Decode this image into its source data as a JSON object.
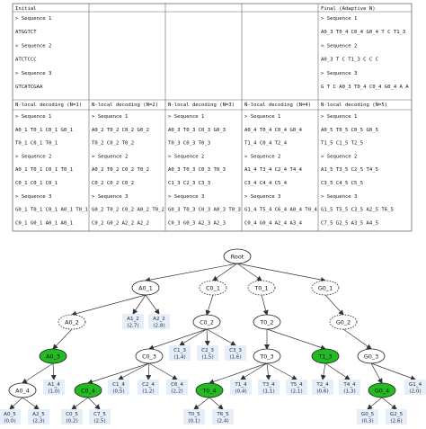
{
  "table": {
    "header1": [
      "Initial",
      "",
      "",
      "",
      "Final (Adaptive N)"
    ],
    "initial_lines": [
      "> Sequence 1",
      "ATGGTCT",
      "> Sequence 2",
      "ATCTCCC",
      "> Sequence 3",
      "GTCATCGAA"
    ],
    "final_lines": [
      "> Sequence 1",
      "A0_3 T0_4 C0_4 G0_4 T C T1_3",
      "> Sequence 2",
      "A0_3 T C T1_3 C C C",
      "> Sequence 3",
      "G T C A0_3 T0_4 C0_4 G0_4 A A"
    ],
    "header2": [
      "N-local decoding (N=1)",
      "N-local decoding (N=2)",
      "N-local decoding (N=3)",
      "N-local decoding (N=4)",
      "N-local decoding (N=5)"
    ],
    "decoding": [
      [
        "> Sequence 1",
        "A0_1 T0_1 C0_1 G0_1",
        "T0_1 C0_1 T0_1",
        "> Sequence 2",
        "A0_1 T0_1 C0_1 T0_1",
        "C0_1 C0_1 C0_1",
        "> Sequence 3",
        "G0_1 T0_1 C0_1 A0_1 T0_1",
        "C0_1 G0_1 A0_1 A0_1"
      ],
      [
        "> Sequence 1",
        "A0_2 T0_2 C0_2 G0_2",
        "T0_2 C0_2 T0_2",
        "> Sequence 2",
        "A0_2 T0_2 C0_2 T0_2",
        "C0_2 C0_2 C0_2",
        "> Sequence 3",
        "G0_2 T0_2 C0_2 A0_2 T0_2",
        "C0_2 G0_2 A2_2 A2_2"
      ],
      [
        "> Sequence 1",
        "A0_3 T0_3 C0_3 G0_3",
        "T0_3 C0_3 T0_3",
        "> Sequence 2",
        "A0_3 T0_3 C0_3 T0_3",
        "C1_3 C2_3 C3_3",
        "> Sequence 3",
        "G0_3 T0_3 C0_3 A0_3 T0_3",
        "C0_3 G0_3 A2_3 A2_3"
      ],
      [
        "> Sequence 1",
        "A0_4 T0_4 C0_4 G0_4",
        "T1_4 C0_4 T2_4",
        "> Sequence 2",
        "A1_4 T3_4 C2_4 T4_4",
        "C3_4 C4_4 C5_4",
        "> Sequence 3",
        "G1_4 T5_4 C6_4 A0_4 T0_4",
        "C0_4 G0_4 A2_4 A3_4"
      ],
      [
        "> Sequence 1",
        "A0_5 T0_5 C0_5 G0_5",
        "T1_5 C1_5 T2_5",
        "> Sequence 2",
        "A1_5 T3_5 C2_5 T4_5",
        "C3_5 C4_5 C5_5",
        "> Sequence 3",
        "G1_5 T5_5 C3_5 A2_5 T6_5",
        "C7_5 G2_5 A3_5 A4_5"
      ]
    ]
  },
  "tree": {
    "root": "Root",
    "nodes": {
      "A0_1": "A0_1",
      "C0_1": "C0_1",
      "T0_1": "T0_1",
      "G0_1": "G0_1",
      "A0_2": "A0_2",
      "C0_2": "C0_2",
      "T0_2": "T0_2",
      "G0_2": "G0_2",
      "A0_3": "A0_3",
      "C0_3": "C0_3",
      "T0_3": "T0_3",
      "T1_3": "T1_3",
      "G0_3": "G0_3",
      "A0_4": "A0_4",
      "C0_4": "C0_4",
      "T0_4": "T0_4",
      "G0_4": "G0_4"
    },
    "leaves": {
      "A1_2": [
        "A1_2",
        "(2,7)"
      ],
      "A2_2": [
        "A2_2",
        "(2,8)"
      ],
      "C1_3": [
        "C1_3",
        "(1,4)"
      ],
      "C2_3": [
        "C2_3",
        "(1,5)"
      ],
      "C3_3": [
        "C3_3",
        "(1,6)"
      ],
      "A1_4": [
        "A1_4",
        "(1,0)"
      ],
      "C1_4": [
        "C1_4",
        "(0,5)"
      ],
      "C2_4": [
        "C2_4",
        "(1,2)"
      ],
      "C6_4": [
        "C6_4",
        "(2,2)"
      ],
      "T1_4": [
        "T1_4",
        "(0,4)"
      ],
      "T3_4": [
        "T3_4",
        "(1,1)"
      ],
      "T5_4": [
        "T5_4",
        "(2,1)"
      ],
      "T2_4": [
        "T2_4",
        "(0,6)"
      ],
      "T4_4": [
        "T4_4",
        "(1,3)"
      ],
      "G1_4": [
        "G1_4",
        "(2,0)"
      ],
      "A0_5": [
        "A0_5",
        "(0,0)"
      ],
      "A2_5": [
        "A2_5",
        "(2,3)"
      ],
      "C0_5": [
        "C0_5",
        "(0,2)"
      ],
      "C7_5": [
        "C7_5",
        "(2,5)"
      ],
      "T0_5": [
        "T0_5",
        "(0,1)"
      ],
      "T6_5": [
        "T6_5",
        "(2,4)"
      ],
      "G0_5": [
        "G0_5",
        "(0,3)"
      ],
      "G2_5": [
        "G2_5",
        "(2,6)"
      ]
    },
    "colors": {
      "selected": "#22bb22",
      "leaf_box": "#e6eef8",
      "edge": "#333333"
    }
  }
}
